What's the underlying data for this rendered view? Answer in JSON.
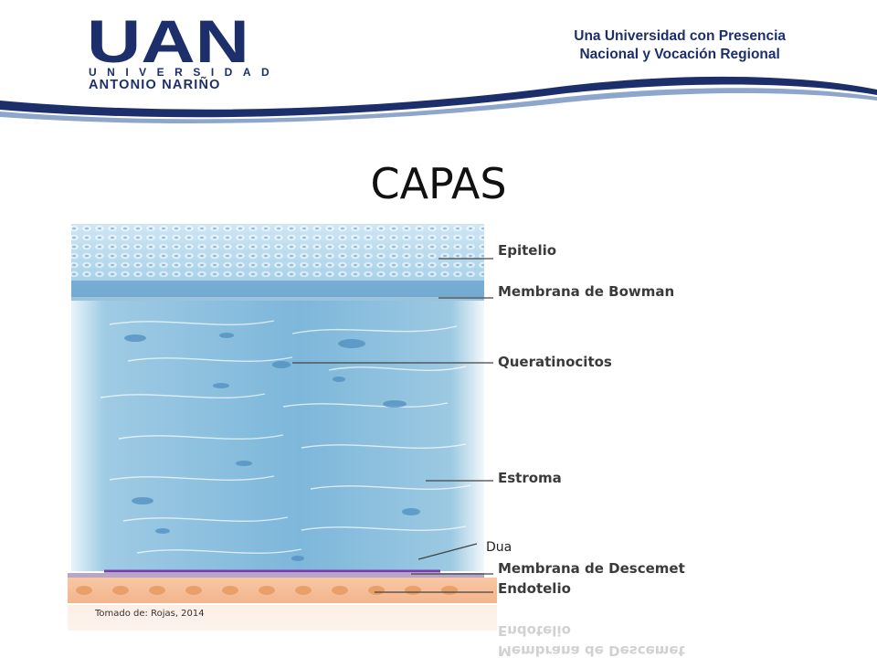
{
  "header": {
    "logo_mark": "UAN",
    "logo_line1": "UNIVERSIDAD",
    "logo_line2": "ANTONIO NARIÑO",
    "tagline_line1": "Una Universidad con Presencia",
    "tagline_line2": "Nacional y Vocación Regional",
    "brand_color": "#1d2f6b",
    "accent_color": "#4a6aa8"
  },
  "slide": {
    "title": "CAPAS"
  },
  "diagram": {
    "layers": [
      {
        "label": "Epitelio"
      },
      {
        "label": "Membrana de Bowman"
      },
      {
        "label": "Queratinocitos"
      },
      {
        "label": "Estroma"
      },
      {
        "label": "Membrana de Descemet"
      },
      {
        "label": "Endotelio"
      }
    ],
    "dua_label": "Dua",
    "dua_color": "#7a3aa8",
    "credit": "Tomado de: Rojas, 2014"
  }
}
